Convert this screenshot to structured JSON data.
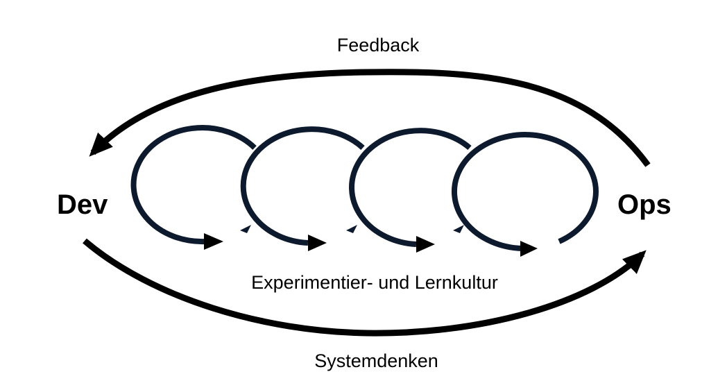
{
  "labels": {
    "feedback": "Feedback",
    "systemdenken": "Systemdenken",
    "culture": "Experimentier- und Lernkultur",
    "dev": "Dev",
    "ops": "Ops"
  },
  "colors": {
    "outer_arrows": "#000000",
    "loops": "#0d1a2e",
    "loop_heads": "#000000"
  },
  "loops": {
    "count": 4
  }
}
